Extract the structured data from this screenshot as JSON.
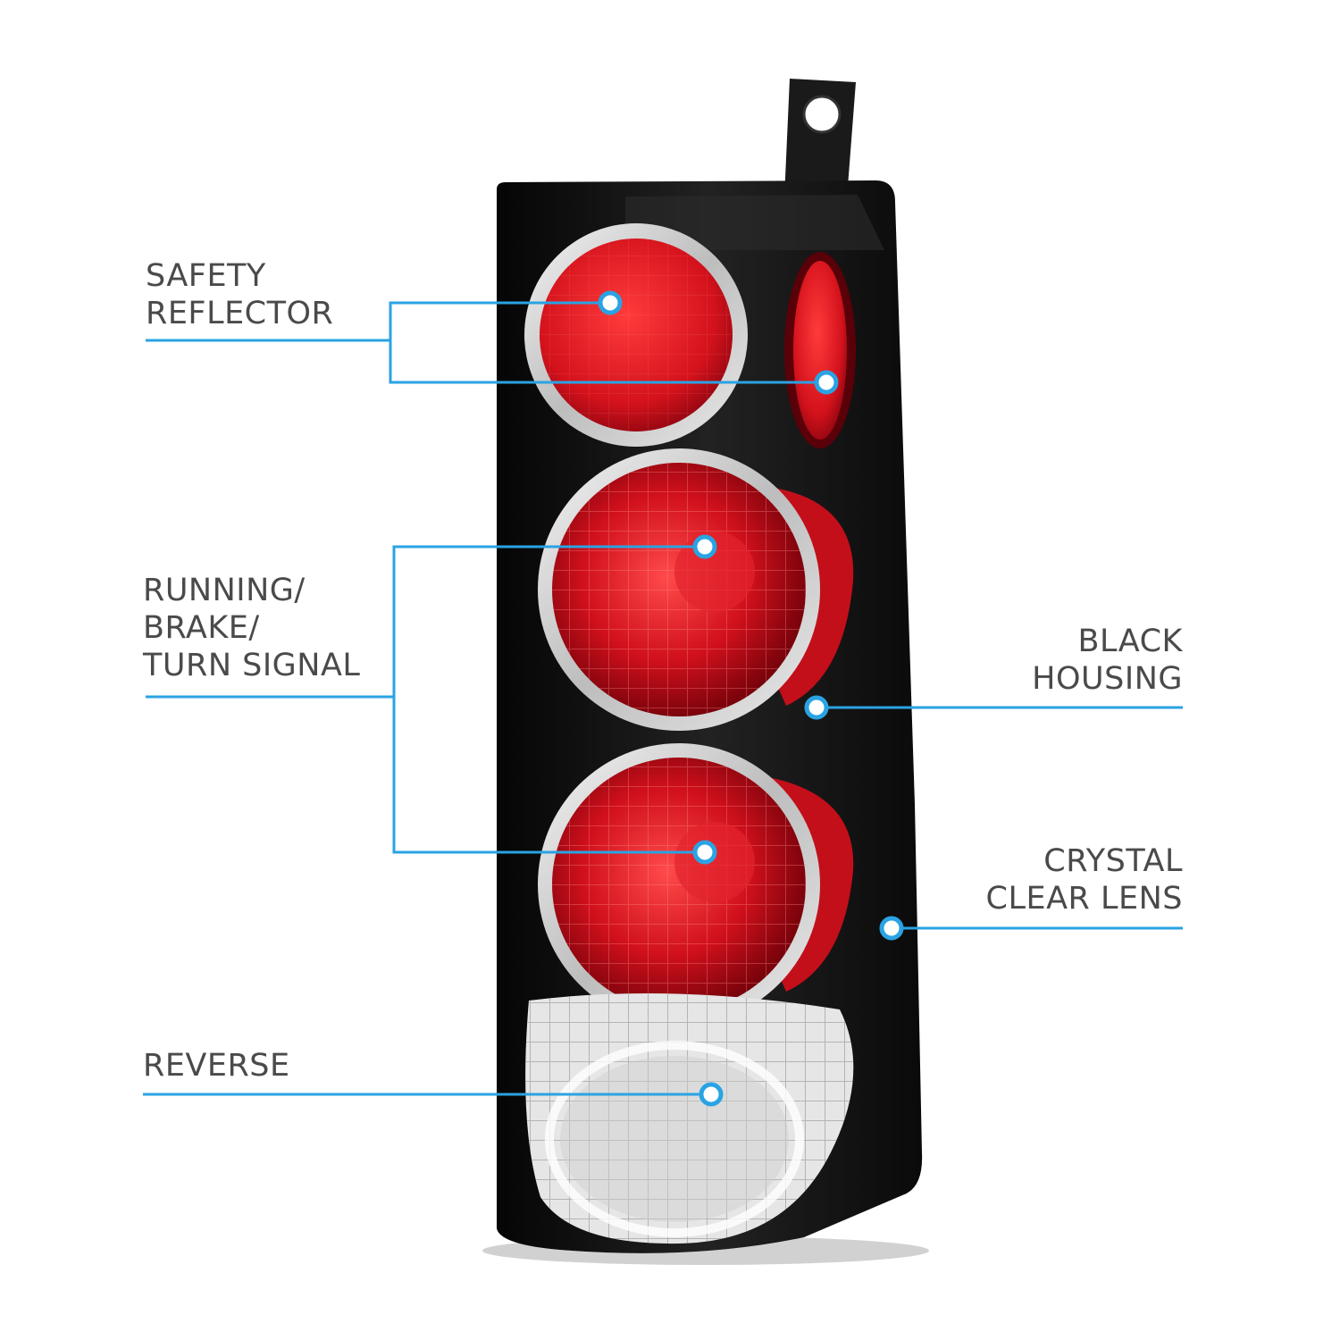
{
  "colors": {
    "callout_line": "#2aa3e3",
    "label_text": "#4a4a4a",
    "housing": "#111111",
    "lens_red": "#d0101c",
    "chrome": "#dcdcdc"
  },
  "callouts": {
    "safety_reflector": {
      "line1": "SAFETY",
      "line2": "REFLECTOR"
    },
    "running_brake_turn": {
      "line1": "RUNNING/",
      "line2": "BRAKE/",
      "line3": "TURN SIGNAL"
    },
    "black_housing": {
      "line1": "BLACK",
      "line2": "HOUSING"
    },
    "crystal_clear_lens": {
      "line1": "CRYSTAL",
      "line2": "CLEAR LENS"
    },
    "reverse": {
      "line1": "REVERSE"
    }
  },
  "icons": {
    "marker": "callout-dot-icon",
    "lamp": "tail-light-icon"
  }
}
